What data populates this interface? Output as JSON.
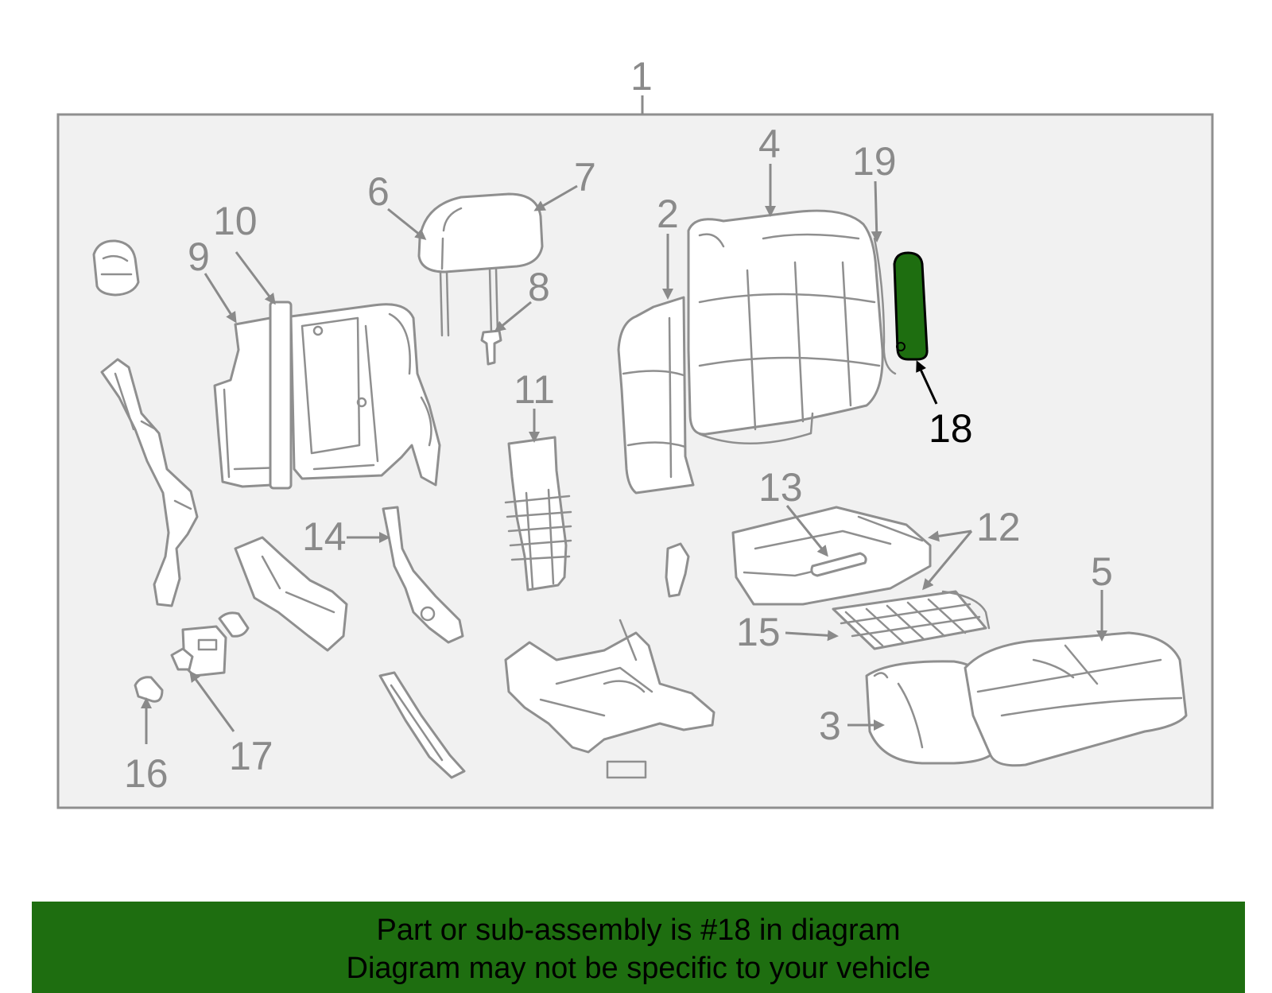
{
  "diagram": {
    "labels": {
      "p1": "1",
      "p2": "2",
      "p3": "3",
      "p4": "4",
      "p5": "5",
      "p6": "6",
      "p7": "7",
      "p8": "8",
      "p9": "9",
      "p10": "10",
      "p11": "11",
      "p12": "12",
      "p13": "13",
      "p14": "14",
      "p15": "15",
      "p16": "16",
      "p17": "17",
      "p18": "18",
      "p19": "19"
    },
    "highlighted_part": "18",
    "colors": {
      "highlight": "#1e6e10",
      "line": "#8f8f8f",
      "panel": "#f1f1f1"
    }
  },
  "footer": {
    "line1": "Part or sub-assembly is #18 in diagram",
    "line2": "Diagram may not be specific to your vehicle"
  }
}
